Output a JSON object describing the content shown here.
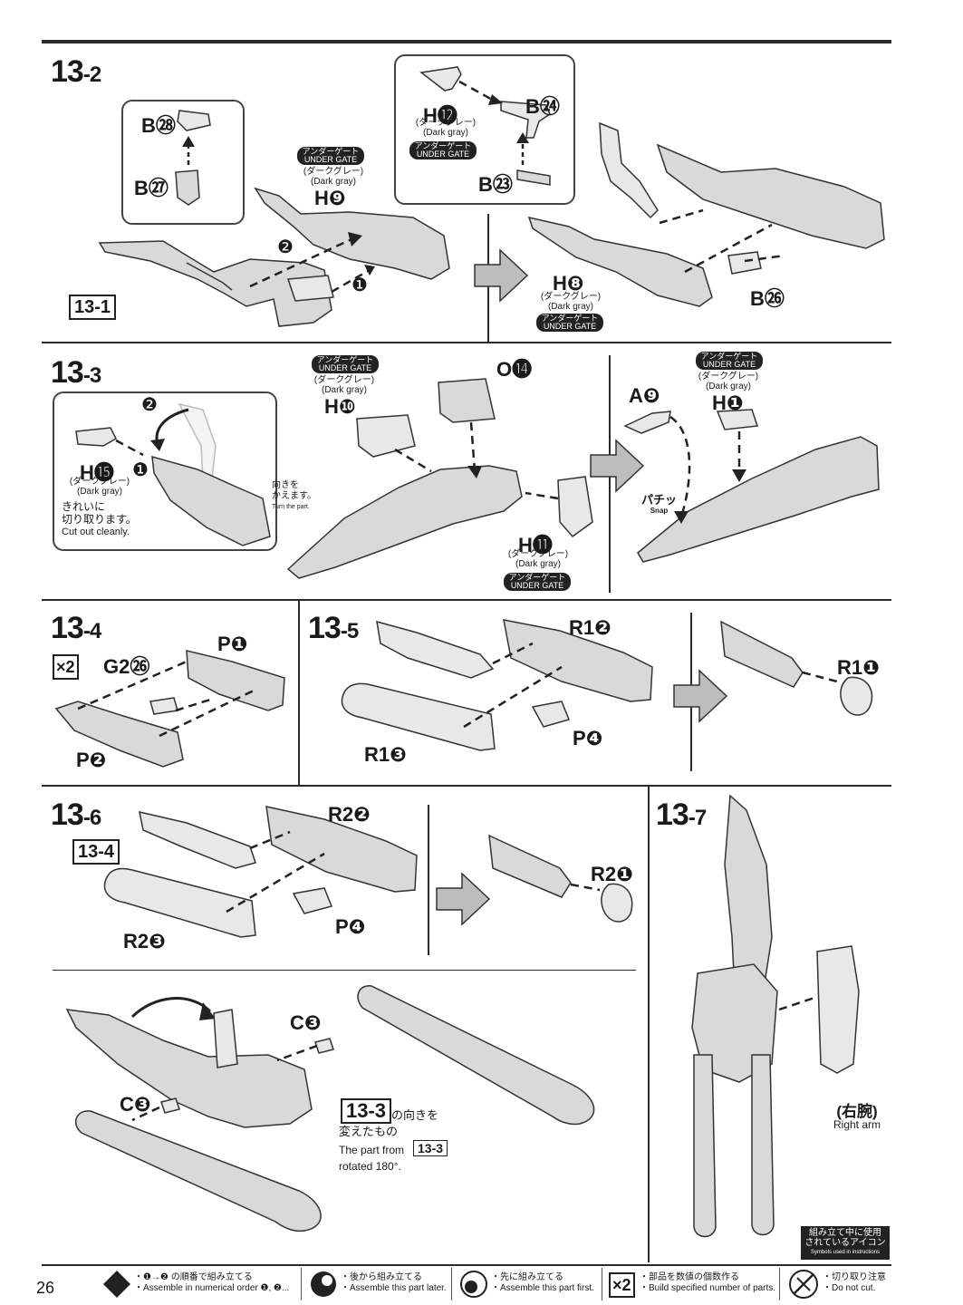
{
  "page_number": "26",
  "steps": {
    "s13_2": {
      "main": "13",
      "sub": "-2"
    },
    "s13_3": {
      "main": "13",
      "sub": "-3"
    },
    "s13_4": {
      "main": "13",
      "sub": "-4"
    },
    "s13_5": {
      "main": "13",
      "sub": "-5"
    },
    "s13_6": {
      "main": "13",
      "sub": "-6"
    },
    "s13_7": {
      "main": "13",
      "sub": "-7"
    }
  },
  "refs": {
    "r13_1": "13-1",
    "r13_4": "13-4",
    "r13_3a": "13-3",
    "r13_3b": "13-3"
  },
  "parts": {
    "B28": "B㉘",
    "B27": "B㉗",
    "H12": "H⓬",
    "B24": "B㉔",
    "B23": "B㉓",
    "H9": "H❾",
    "H8": "H❽",
    "B26": "B㉖",
    "H10": "H❿",
    "O14": "O⓮",
    "H15": "H⓯",
    "H11": "H⓫",
    "A9": "A❾",
    "H1": "H❶",
    "P1": "P❶",
    "G226": "G2㉖",
    "P2": "P❷",
    "R12": "R1❷",
    "R13": "R1❸",
    "P4a": "P❹",
    "R11": "R1❶",
    "R22": "R2❷",
    "R23": "R2❸",
    "P4b": "P❹",
    "R21": "R2❶",
    "C3a": "C❸",
    "C3b": "C❸"
  },
  "tags": {
    "under_gate_jp": "アンダーゲート",
    "under_gate_en": "UNDER GATE",
    "dark_gray_jp": "(ダークグレー)",
    "dark_gray_en": "(Dark gray)"
  },
  "notes": {
    "cut_jp1": "きれいに",
    "cut_jp2": "切り取ります。",
    "cut_en": "Cut out cleanly.",
    "turn_jp1": "向きを",
    "turn_jp2": "かえます。",
    "turn_en": "Turn the part.",
    "snap_jp": "パチッ",
    "snap_en": "Snap",
    "rotated_jp1": "の向きを",
    "rotated_jp2": "変えたもの",
    "rotated_en1": "The part from",
    "rotated_en2": "rotated 180°.",
    "right_arm_jp": "(右腕)",
    "right_arm_en": "Right arm",
    "x2": "×2",
    "n1": "❶",
    "n2": "❷"
  },
  "legend": {
    "head_jp1": "組み立て中に使用",
    "head_jp2": "されているアイコン",
    "head_en": "Symbols used in instructions",
    "item1_jp": "・❶→❷ の順番で組み立てる",
    "item1_en": "・Assemble in numerical order ❶, ❷...",
    "item2_jp": "・後から組み立てる",
    "item2_en": "・Assemble this part later.",
    "item3_jp": "・先に組み立てる",
    "item3_en": "・Assemble this part first.",
    "item4_jp": "・部品を数値の個数作る",
    "item4_en": "・Build specified number of parts.",
    "item4_icon": "×2",
    "item5_jp": "・切り取り注意",
    "item5_en": "・Do not cut."
  }
}
